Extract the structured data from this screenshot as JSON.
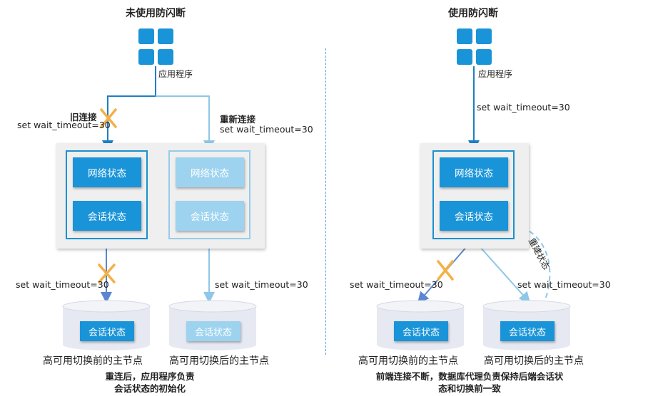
{
  "left": {
    "title": "未使用防闪断",
    "app_label": "应用程序",
    "old_conn_label": "旧连接",
    "old_conn_setting": "set wait_timeout=30",
    "new_conn_label": "重新连接",
    "new_conn_setting": "set wait_timeout=30",
    "network_state": "网络状态",
    "session_state": "会话状态",
    "network_state_2": "网络状态",
    "session_state_2": "会话状态",
    "lower_left_setting": "set wait_timeout=30",
    "lower_right_setting": "set wait_timeout=30",
    "db1_session": "会话状态",
    "db2_session": "会话状态",
    "db1_caption": "高可用切换前的主节点",
    "db2_caption": "高可用切换后的主节点",
    "note_line1": "重连后，应用程序负责",
    "note_line2": "会话状态的初始化"
  },
  "right": {
    "title": "使用防闪断",
    "app_label": "应用程序",
    "conn_setting": "set wait_timeout=30",
    "network_state": "网络状态",
    "session_state": "会话状态",
    "rebuild_label": "重建状态",
    "lower_left_setting": "set wait_timeout=30",
    "lower_right_setting": "set wait_timeout=30",
    "db1_session": "会话状态",
    "db2_session": "会话状态",
    "db1_caption": "高可用切换前的主节点",
    "db2_caption": "高可用切换后的主节点",
    "note_line1": "前端连接不断，数据库代理负责保持后端会话状",
    "note_line2": "态和切换前一致"
  },
  "colors": {
    "primary_blue": "#1a94d8",
    "light_blue": "#9dd3ef",
    "cross_orange": "#f5b045",
    "panel_gray": "#efefef"
  }
}
